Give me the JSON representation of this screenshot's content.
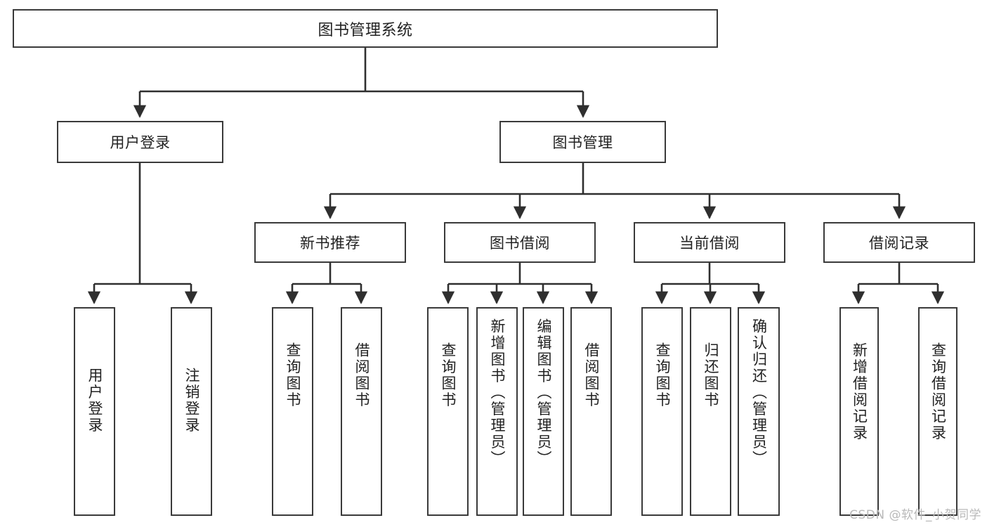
{
  "diagram": {
    "title": "图书管理系统",
    "type": "tree-hierarchy",
    "watermark": "CSDN @软件_小贺同学",
    "colors": {
      "background": "#ffffff",
      "box_border": "#3a3a3a",
      "box_fill": "#ffffff",
      "text": "#222222",
      "edge": "#2f2f2f",
      "watermark": "#b9b9b9"
    },
    "root": {
      "label": "图书管理系统"
    },
    "level2": [
      {
        "label": "用户登录"
      },
      {
        "label": "图书管理"
      }
    ],
    "level3": [
      {
        "label": "新书推荐"
      },
      {
        "label": "图书借阅"
      },
      {
        "label": "当前借阅"
      },
      {
        "label": "借阅记录"
      }
    ],
    "leaves": {
      "user_login": [
        {
          "label": "用户登录"
        },
        {
          "label": "注销登录"
        }
      ],
      "new_book_recommend": [
        {
          "label": "查询图书"
        },
        {
          "label": "借阅图书"
        }
      ],
      "book_borrow": [
        {
          "label": "查询图书"
        },
        {
          "label": "新增图书（管理员）"
        },
        {
          "label": "编辑图书（管理员）"
        },
        {
          "label": "借阅图书"
        }
      ],
      "current_borrow": [
        {
          "label": "查询图书"
        },
        {
          "label": "归还图书"
        },
        {
          "label": "确认归还（管理员）"
        }
      ],
      "borrow_record": [
        {
          "label": "新增借阅记录"
        },
        {
          "label": "查询借阅记录"
        }
      ]
    }
  }
}
